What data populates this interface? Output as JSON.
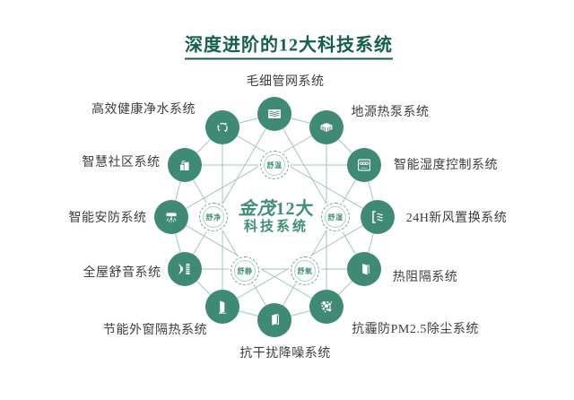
{
  "title": "深度进阶的12大科技系统",
  "center": {
    "brand": "金茂",
    "line1_rest": "12大",
    "line2": "科技系统"
  },
  "systems": [
    {
      "label": "毛细管网系统",
      "icon": "capillary-network-icon"
    },
    {
      "label": "地源热泵系统",
      "icon": "ground-source-heat-pump-icon"
    },
    {
      "label": "智能湿度控制系统",
      "icon": "humidity-control-icon"
    },
    {
      "label": "24H新风置换系统",
      "icon": "fresh-air-exchange-icon"
    },
    {
      "label": "热阻隔系统",
      "icon": "heat-barrier-icon"
    },
    {
      "label": "抗霾防PM2.5除尘系统",
      "icon": "pm25-dust-removal-icon"
    },
    {
      "label": "抗干扰降噪系统",
      "icon": "noise-reduction-icon"
    },
    {
      "label": "节能外窗隔热系统",
      "icon": "window-insulation-icon"
    },
    {
      "label": "全屋舒音系统",
      "icon": "acoustic-comfort-icon"
    },
    {
      "label": "智能安防系统",
      "icon": "smart-security-icon"
    },
    {
      "label": "智慧社区系统",
      "icon": "smart-community-icon"
    },
    {
      "label": "高效健康净水系统",
      "icon": "water-purification-icon"
    }
  ],
  "badges": [
    {
      "text": "舒温"
    },
    {
      "text": "舒湿"
    },
    {
      "text": "舒氧"
    },
    {
      "text": "舒静"
    },
    {
      "text": "舒净"
    }
  ],
  "colors": {
    "node_green": "#3e8a74",
    "title_green": "#14604a",
    "center_green": "#3f9078",
    "line_green": "#a3c6b7",
    "label_gray": "#3f3e3c"
  }
}
